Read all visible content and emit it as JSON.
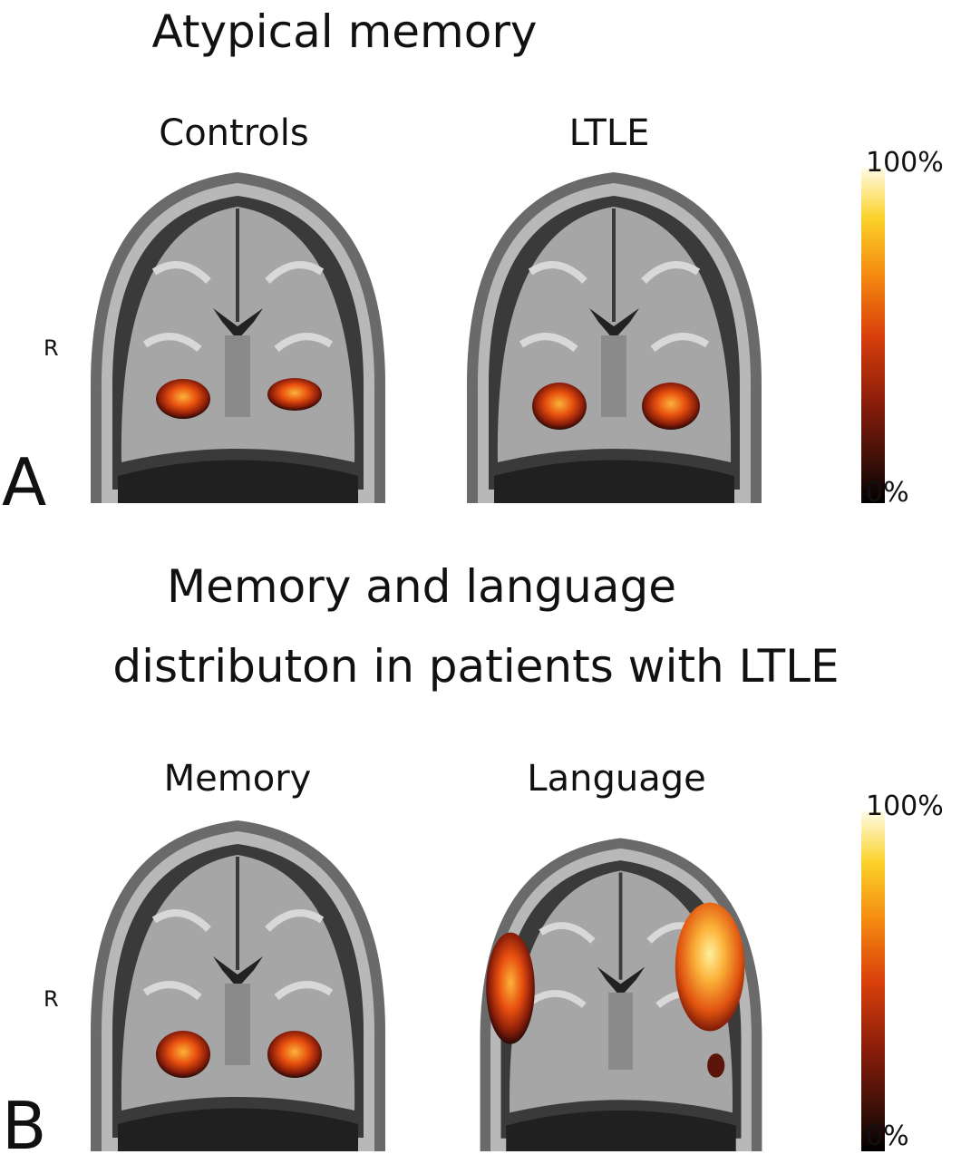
{
  "panel_a": {
    "title": "Atypical memory",
    "label": "A",
    "columns": [
      "Controls",
      "LTLE"
    ],
    "side_marker": "R",
    "colorbar": {
      "max_label": "100%",
      "min_label": "0%"
    }
  },
  "panel_b": {
    "title_line1": "Memory and language",
    "title_line2": "distributon in patients with LTLE",
    "label": "B",
    "columns": [
      "Memory",
      "Language"
    ],
    "side_marker": "R",
    "colorbar": {
      "max_label": "100%",
      "min_label": "0%"
    }
  }
}
